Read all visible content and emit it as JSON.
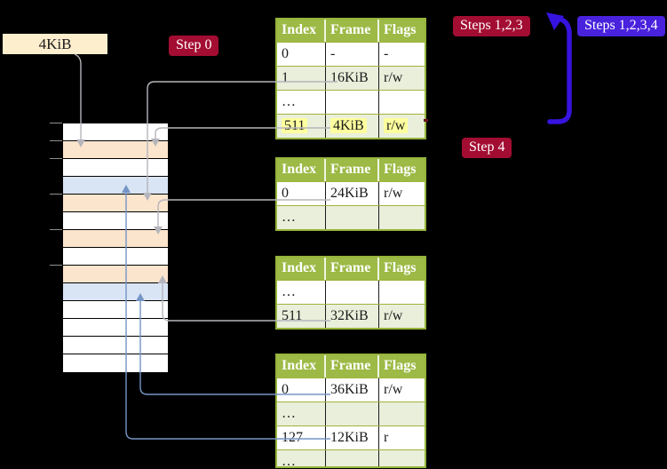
{
  "labels": {
    "frame_size": "4KiB",
    "step0": "Step 0",
    "steps123": "Steps 1,2,3",
    "steps1234": "Steps 1,2,3,4",
    "step4": "Step 4"
  },
  "colors": {
    "background": "#000000",
    "box_cream": "#fdeecd",
    "label_red": "#a30d32",
    "label_blue": "#4822dd",
    "big_arrow_blue": "#3713df",
    "table_header_green": "#9cba45",
    "table_row_green": "#e9efdb",
    "table_border_green": "#96b43c",
    "highlight_yellow": "#feff9e",
    "memory_peach": "#fce5cd",
    "memory_blue": "#d9e5f5",
    "gray_arrow": "#b5b5bc",
    "blue_arrow": "#7595c5"
  },
  "tables": [
    {
      "name": "page-table-1",
      "headers": [
        "Index",
        "Frame",
        "Flags"
      ],
      "rows": [
        {
          "cells": [
            "0",
            "-",
            "-"
          ],
          "shaded": false,
          "highlight": false
        },
        {
          "cells": [
            "1",
            "16KiB",
            "r/w"
          ],
          "shaded": true,
          "highlight": false
        },
        {
          "cells": [
            "…",
            "",
            ""
          ],
          "shaded": false,
          "highlight": false
        },
        {
          "cells": [
            "511",
            "4KiB",
            "r/w"
          ],
          "shaded": true,
          "highlight": true
        }
      ]
    },
    {
      "name": "page-table-2",
      "headers": [
        "Index",
        "Frame",
        "Flags"
      ],
      "rows": [
        {
          "cells": [
            "0",
            "24KiB",
            "r/w"
          ],
          "shaded": false,
          "highlight": false
        },
        {
          "cells": [
            "…",
            "",
            ""
          ],
          "shaded": true,
          "highlight": false
        }
      ]
    },
    {
      "name": "page-table-3",
      "headers": [
        "Index",
        "Frame",
        "Flags"
      ],
      "rows": [
        {
          "cells": [
            "…",
            "",
            ""
          ],
          "shaded": false,
          "highlight": false
        },
        {
          "cells": [
            "511",
            "32KiB",
            "r/w"
          ],
          "shaded": true,
          "highlight": false
        }
      ]
    },
    {
      "name": "page-table-4",
      "headers": [
        "Index",
        "Frame",
        "Flags"
      ],
      "rows": [
        {
          "cells": [
            "0",
            "36KiB",
            "r/w"
          ],
          "shaded": false,
          "highlight": false
        },
        {
          "cells": [
            "…",
            "",
            ""
          ],
          "shaded": true,
          "highlight": false
        },
        {
          "cells": [
            "127",
            "12KiB",
            "r"
          ],
          "shaded": false,
          "highlight": false
        },
        {
          "cells": [
            "…",
            "",
            ""
          ],
          "shaded": true,
          "highlight": false
        }
      ]
    }
  ],
  "memory_strip": {
    "row_colors": [
      "white",
      "peach",
      "white",
      "blue",
      "peach",
      "white",
      "peach",
      "white",
      "peach",
      "blue",
      "white",
      "white",
      "white",
      "white"
    ]
  }
}
